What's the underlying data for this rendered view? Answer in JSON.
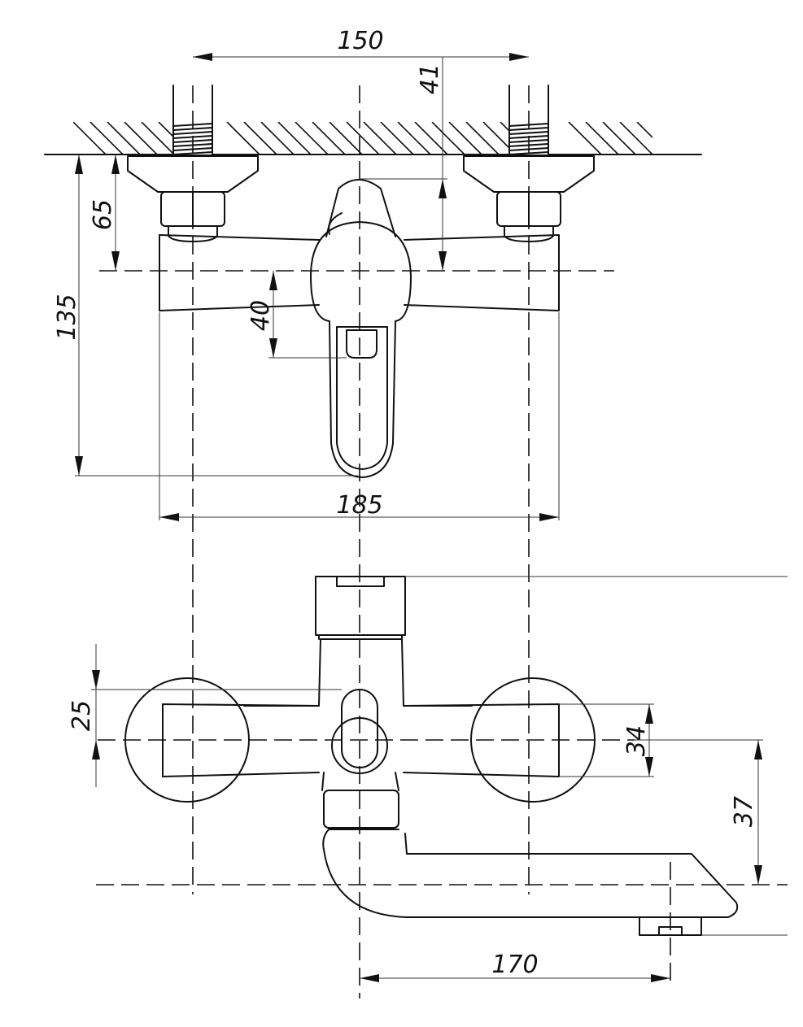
{
  "dimensions": {
    "d150": "150",
    "d41": "41",
    "d65": "65",
    "d135": "135",
    "d40": "40",
    "d185": "185",
    "d25": "25",
    "d34": "34",
    "d37": "37",
    "d170": "170"
  },
  "colors": {
    "line": "#111111",
    "background": "#ffffff"
  }
}
